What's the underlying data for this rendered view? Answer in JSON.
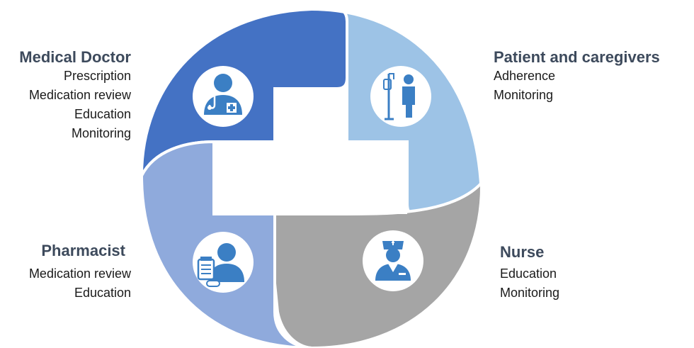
{
  "roles": {
    "doctor": {
      "title": "Medical Doctor",
      "tasks": [
        "Prescription",
        "Medication review",
        "Education",
        "Monitoring"
      ],
      "color": "#4472c4",
      "icon": "doctor-icon"
    },
    "patient": {
      "title": "Patient and caregivers",
      "tasks": [
        "Adherence",
        "Monitoring"
      ],
      "color": "#9dc3e6",
      "icon": "patient-iv-drip-icon"
    },
    "pharmacist": {
      "title": "Pharmacist",
      "tasks": [
        "Medication review",
        "Education"
      ],
      "color": "#8faadc",
      "icon": "pharmacist-icon"
    },
    "nurse": {
      "title": "Nurse",
      "tasks": [
        "Education",
        "Monitoring"
      ],
      "color": "#a5a5a5",
      "icon": "nurse-icon"
    }
  },
  "icon_color": "#3b7fc4"
}
